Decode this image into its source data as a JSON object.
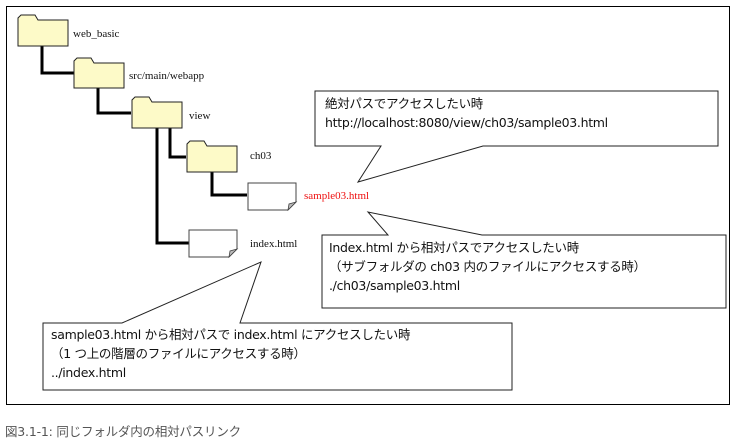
{
  "tree": {
    "folders": [
      {
        "name": "web_basic"
      },
      {
        "name": "src/main/webapp"
      },
      {
        "name": "view"
      },
      {
        "name": "ch03"
      }
    ],
    "files": [
      {
        "name": "sample03.html",
        "highlight": true
      },
      {
        "name": "index.html",
        "highlight": false
      }
    ]
  },
  "callouts": [
    {
      "id": "absolute",
      "lines": [
        "絶対パスでアクセスしたい時",
        "http://localhost:8080/view/ch03/sample03.html"
      ]
    },
    {
      "id": "index-to-sample",
      "lines": [
        "Index.html から相対パスでアクセスしたい時",
        "（サブフォルダの ch03 内のファイルにアクセスする時）",
        "./ch03/sample03.html"
      ]
    },
    {
      "id": "sample-to-index",
      "lines": [
        "sample03.html から相対パスで index.html にアクセスしたい時",
        "（1 つ上の階層のファイルにアクセスする時）",
        "../index.html"
      ]
    }
  ],
  "caption": "図3.1-1: 同じフォルダ内の相対パスリンク",
  "colors": {
    "folder_fill": "#fdfac8",
    "highlight_text": "#ee1111",
    "caption_text": "#555555"
  }
}
